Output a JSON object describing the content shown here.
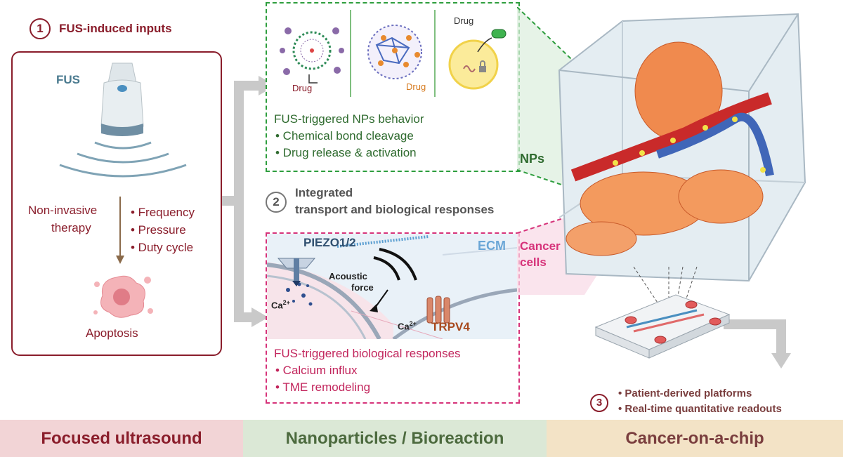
{
  "section1": {
    "number": "1",
    "title": "FUS-induced inputs",
    "fus_label": "FUS",
    "left_lines": [
      "Non-invasive",
      "therapy"
    ],
    "params": [
      "• Frequency",
      "• Pressure",
      "• Duty cycle"
    ],
    "apoptosis": "Apoptosis"
  },
  "nps_panel": {
    "drug_label_1": "Drug",
    "drug_label_2": "Drug",
    "drug_label_3": "Drug",
    "heading": "FUS-triggered NPs behavior",
    "bullets": [
      "• Chemical bond cleavage",
      "• Drug release & activation"
    ],
    "nps_tag": "NPs"
  },
  "section2": {
    "number": "2",
    "lines": [
      "Integrated",
      "transport and biological responses"
    ]
  },
  "bio_panel": {
    "piezo": "PIEZO1/2",
    "ecm": "ECM",
    "acoustic": [
      "Acoustic",
      "force"
    ],
    "ca_left": "Ca",
    "ca_right": "Ca",
    "ca_sup": "2+",
    "trpv4": "TRPV4",
    "cancer_cells": [
      "Cancer",
      "cells"
    ],
    "heading": "FUS-triggered biological responses",
    "bullets": [
      "• Calcium influx",
      "• TME remodeling"
    ]
  },
  "section3": {
    "number": "3",
    "bullets": [
      "• Patient-derived platforms",
      "• Real-time quantitative readouts"
    ]
  },
  "bands": [
    {
      "label": "Focused ultrasound",
      "bg": "#f2d4d6",
      "color": "#8a1d2b"
    },
    {
      "label": "Nanoparticles / Bioreaction",
      "bg": "#dbe8d6",
      "color": "#4c6a3e"
    },
    {
      "label": "Cancer-on-a-chip",
      "bg": "#f3e3c6",
      "color": "#7a3e3e"
    }
  ],
  "colors": {
    "maroon": "#8a1d2b",
    "green_dash": "#2e9e3e",
    "pink_dash": "#d6337a",
    "grey_arrow": "#c9c9c9"
  }
}
